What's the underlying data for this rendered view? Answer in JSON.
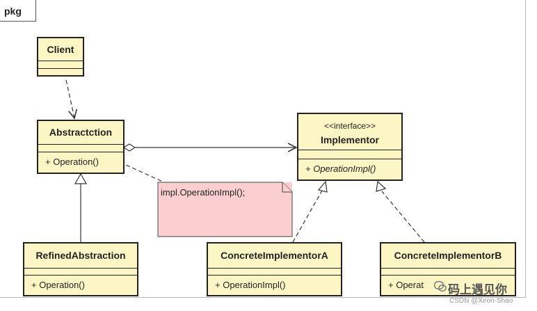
{
  "package": {
    "label": "pkg"
  },
  "classes": {
    "client": {
      "name": "Client",
      "ops": ""
    },
    "abstraction": {
      "name": "Abstractction",
      "ops": "+ Operation()"
    },
    "implementor": {
      "stereotype": "<<interface>>",
      "name": "Implementor",
      "ops": "+ OperationImpl()"
    },
    "refined": {
      "name": "RefinedAbstraction",
      "ops": "+ Operation()"
    },
    "concreteA": {
      "name": "ConcreteImplementorA",
      "ops": "+ OperationImpl()"
    },
    "concreteB": {
      "name": "ConcreteImplementorB",
      "ops": "+ Operat"
    }
  },
  "note": {
    "text": "impl.OperationImpl();"
  },
  "watermark": {
    "text": "码上遇见你",
    "sub": "CSDN @Xeon-Shao"
  },
  "colors": {
    "class_fill": "#fcf6c4",
    "note_fill": "#fbcfcf",
    "border": "#222222"
  }
}
